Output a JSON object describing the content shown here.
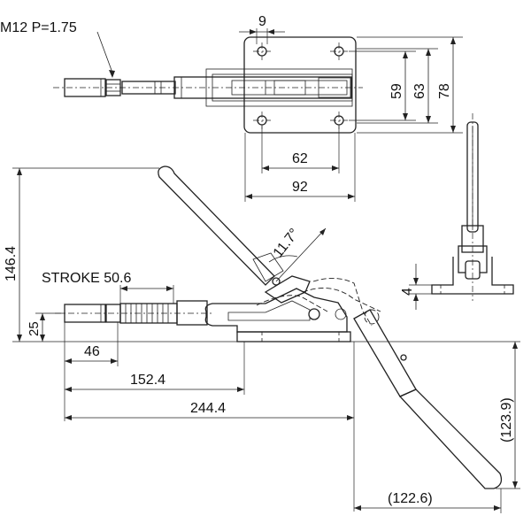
{
  "drawing": {
    "thread_spec": "M12 P=1.75",
    "top_view": {
      "hole_offset": "9",
      "height_inner": "59",
      "height_mid": "63",
      "height_outer": "78",
      "hole_spacing": "62",
      "base_width": "92"
    },
    "side_view": {
      "height_total": "146.4",
      "spindle_height": "25",
      "stroke": "STROKE 50.6",
      "handle_angle": "11.7°",
      "plunger_length": "46",
      "extended_length": "152.4",
      "overall_length": "244.4",
      "handle_drop": "(123.9)",
      "handle_reach": "(122.6)"
    },
    "end_view": {
      "base_thickness": "4"
    }
  }
}
